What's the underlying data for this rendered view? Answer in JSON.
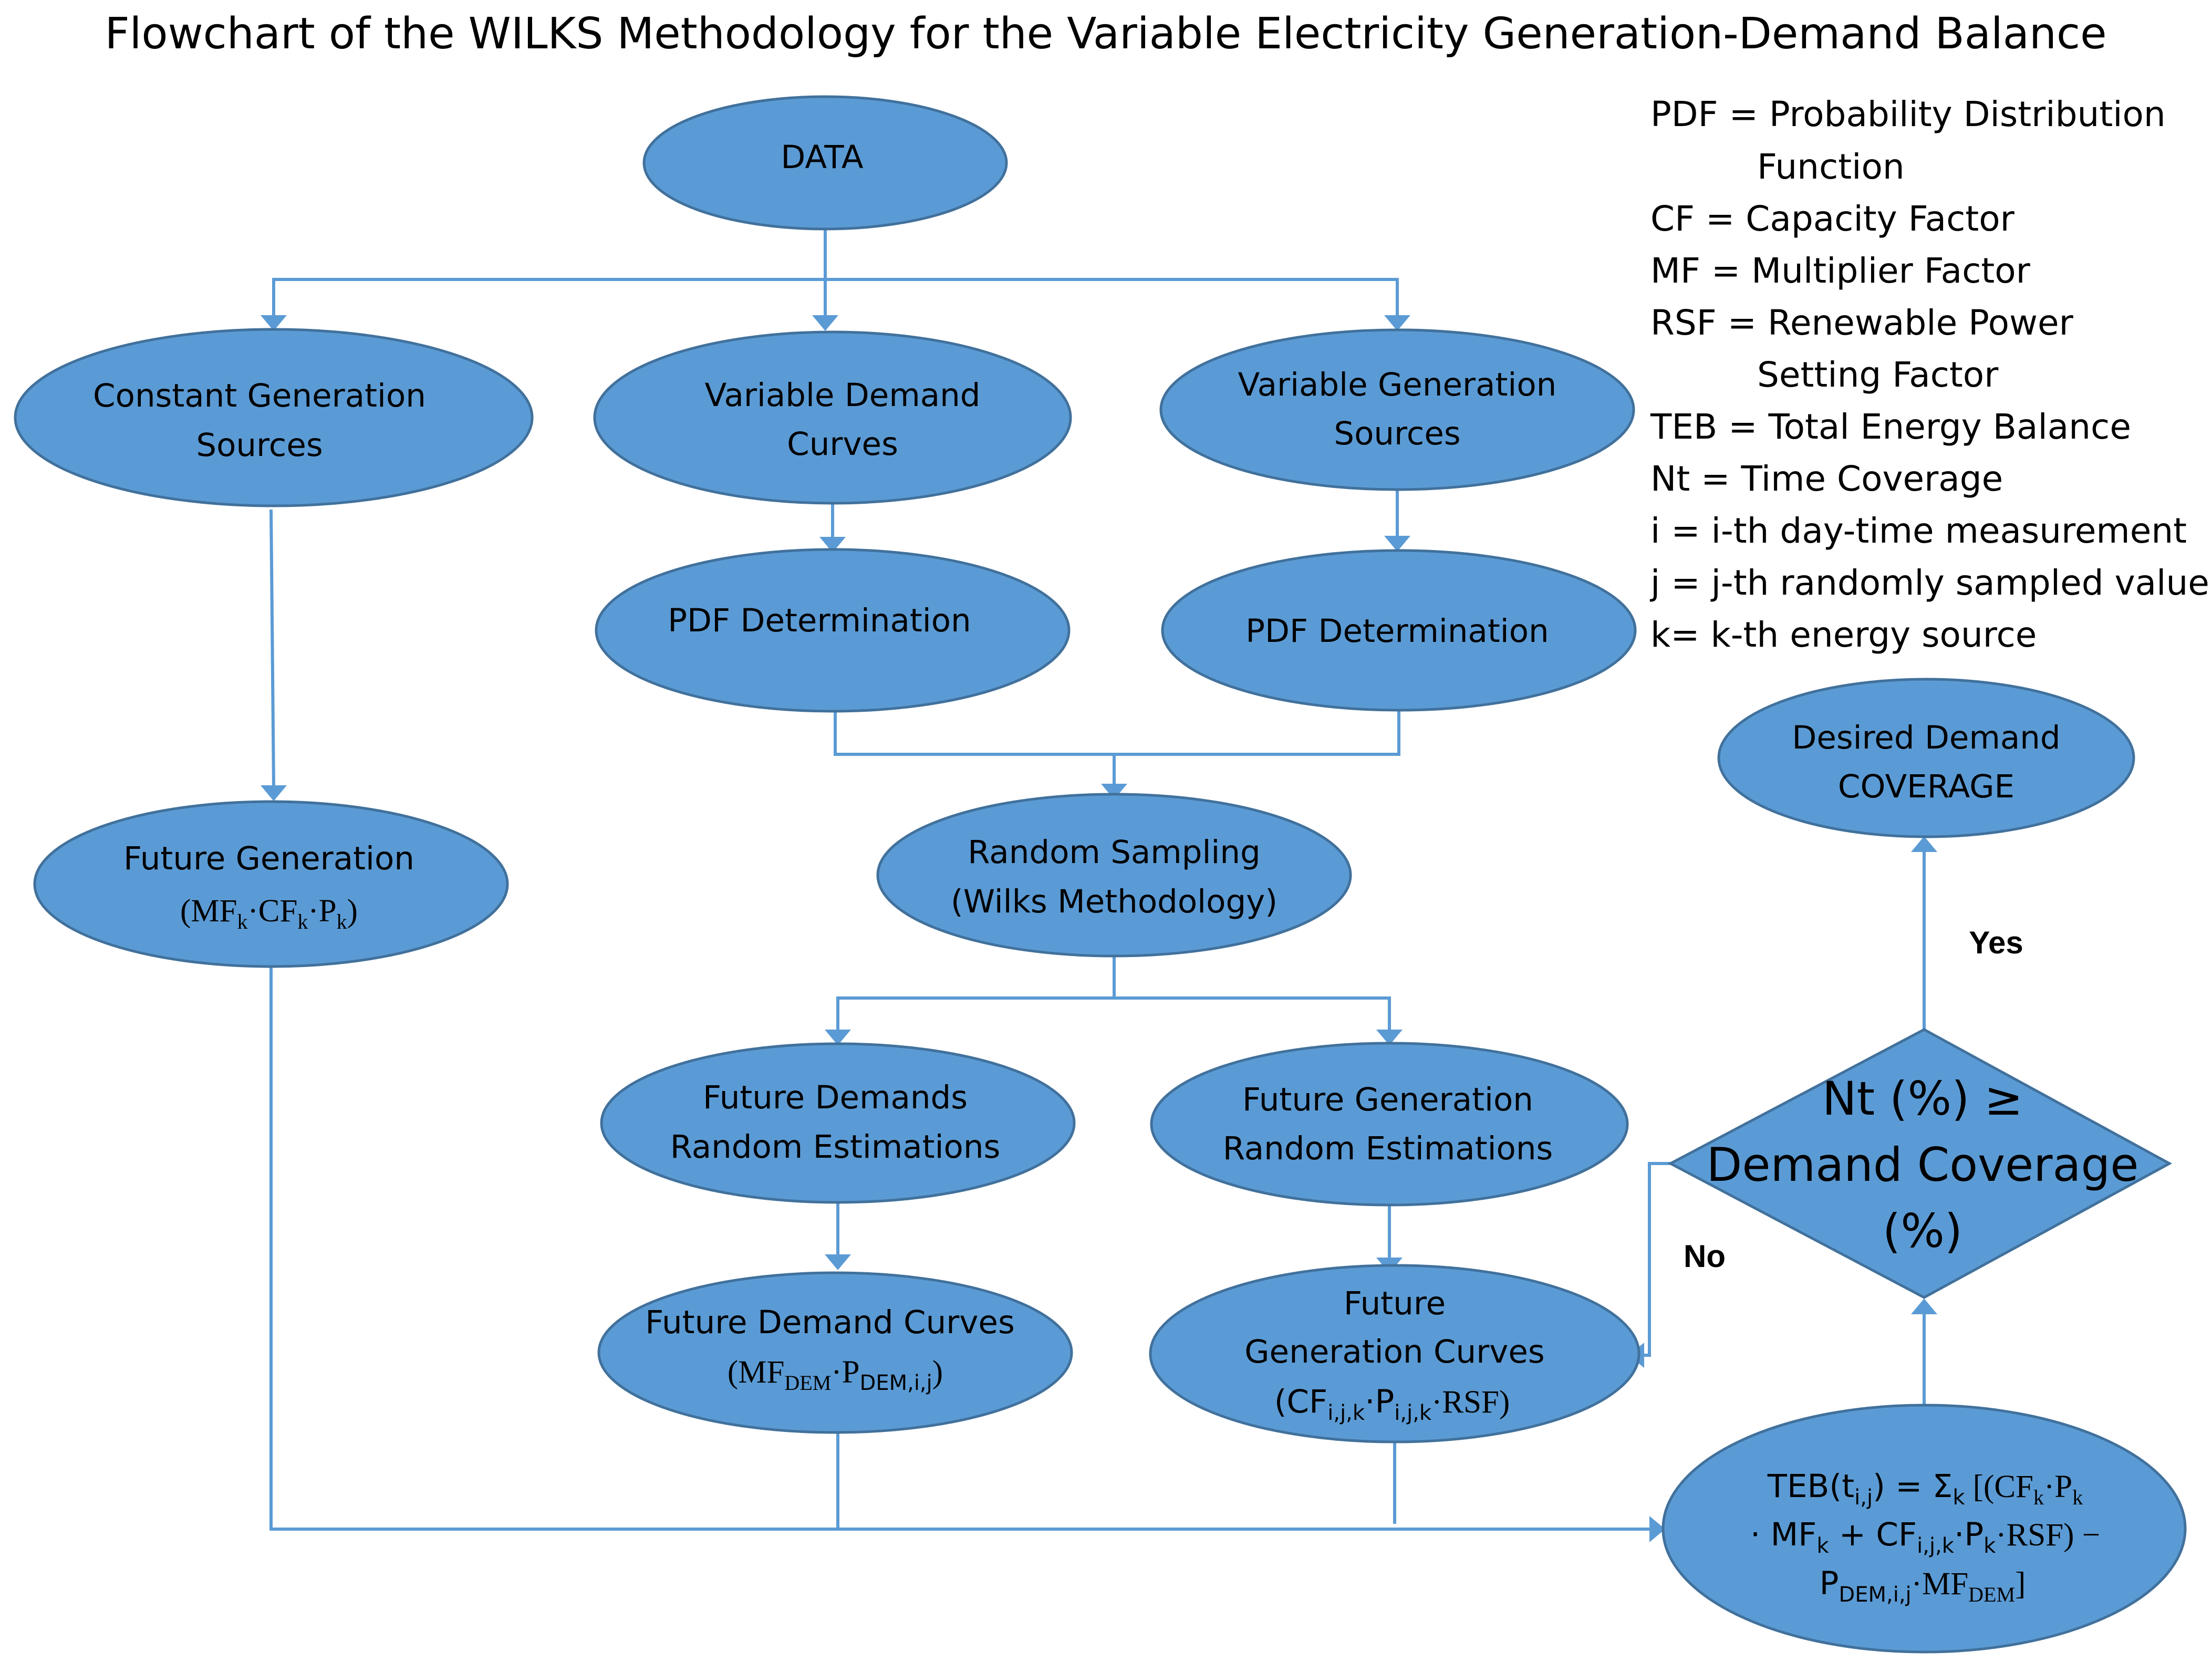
{
  "title": "Flowchart of the WILKS Methodology for the Variable Electricity Generation-Demand Balance",
  "colors": {
    "node_fill": "#5b9bd5",
    "node_stroke": "#41719c",
    "connector": "#5b9bd5"
  },
  "legend": {
    "pdf_line1": "PDF = Probability Distribution",
    "pdf_line2": "Function",
    "cf": "CF = Capacity Factor",
    "mf": "MF = Multiplier Factor",
    "rsf_line1": "RSF = Renewable Power",
    "rsf_line2": "Setting Factor",
    "teb": "TEB = Total Energy Balance",
    "nt": "Nt = Time Coverage",
    "i": "i = i-th day-time measurement",
    "j": "j = j-th randomly sampled value",
    "k": "k= k-th energy source"
  },
  "nodes": {
    "data": "DATA",
    "constant_gen": {
      "line1": "Constant Generation",
      "line2": "Sources"
    },
    "var_demand": {
      "line1": "Variable Demand",
      "line2": "Curves"
    },
    "var_gen": {
      "line1": "Variable Generation",
      "line2": "Sources"
    },
    "pdf_demand": "PDF Determination",
    "pdf_gen": "PDF Determination",
    "future_generation": {
      "line1": "Future Generation",
      "open": "(MF",
      "sub1": "k",
      "mid1": "·CF",
      "sub2": "k",
      "mid2": "·P",
      "sub3": "k",
      "close": ")"
    },
    "random_sampling": {
      "line1": "Random Sampling",
      "line2": "(Wilks Methodology)"
    },
    "future_demands_est": {
      "line1": "Future Demands",
      "line2": "Random Estimations"
    },
    "future_gen_est": {
      "line1": "Future Generation",
      "line2": "Random Estimations"
    },
    "future_demand_curves": {
      "line1": "Future Demand Curves",
      "open": "(MF",
      "sub1": "DEM",
      "mid": "·P",
      "sub2": "DEM,i,j",
      "close": ")"
    },
    "future_gen_curves": {
      "line1": "Future",
      "line2": "Generation Curves",
      "open": "(CF",
      "sub1": "i,j,k",
      "mid": "·P",
      "sub2": "i,j,k",
      "close": "·RSF)"
    },
    "teb": {
      "a1": "TEB(t",
      "a_sub1": "i,j",
      "a2": ") = Σ",
      "a_sub2": "k",
      "a3": " [(CF",
      "a_sub3": "k",
      "a4": "·P",
      "a_sub4": "k",
      "b1": "· MF",
      "b_sub1": "k",
      "b2": " + CF",
      "b_sub2": "i,j,k",
      "b3": "·P",
      "b_sub3": "k",
      "b4": "·RSF) −",
      "c1": "P",
      "c_sub1": "DEM,i,j",
      "c2": "·MF",
      "c_sub2": "DEM",
      "c3": "]"
    },
    "decision": {
      "line1": "Nt (%) ≥",
      "line2": "Demand Coverage",
      "line3": "(%)"
    },
    "desired": {
      "line1": "Desired Demand",
      "line2": "COVERAGE"
    }
  },
  "edges": {
    "yes": "Yes",
    "no": "No"
  }
}
